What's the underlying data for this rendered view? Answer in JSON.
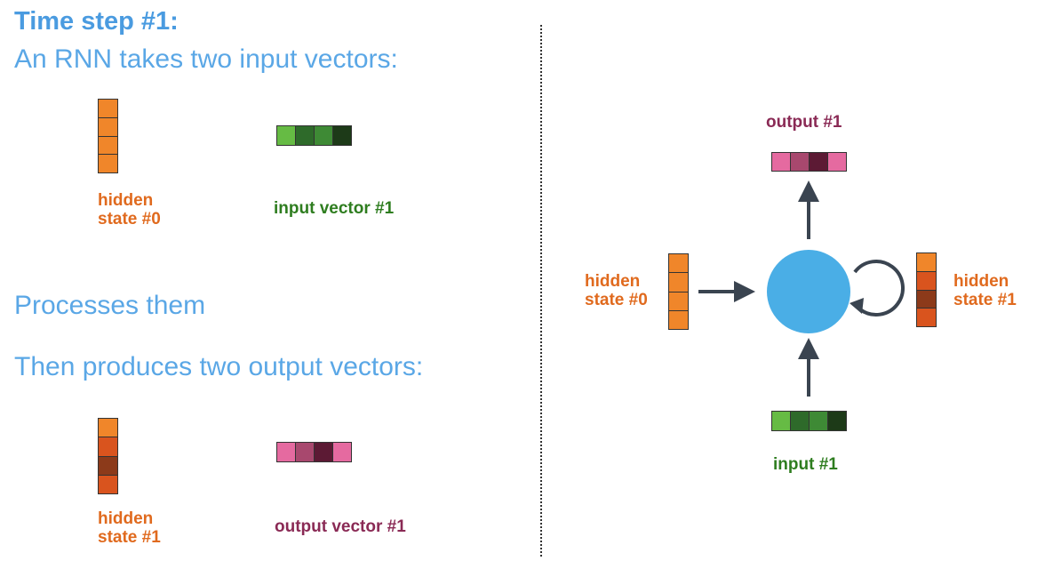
{
  "left": {
    "title": "Time step #1:",
    "line1": "An RNN takes two input vectors:",
    "line2": "Processes them",
    "line3": "Then produces two output vectors:",
    "hidden0": {
      "label_line1": "hidden",
      "label_line2": "state #0",
      "cells": [
        "#f0862a",
        "#f0862a",
        "#f0862a",
        "#f0862a"
      ]
    },
    "input1": {
      "label": "input vector #1",
      "cells": [
        "#66bb44",
        "#2e6a2a",
        "#3e8a35",
        "#1d3a18"
      ]
    },
    "hidden1": {
      "label_line1": "hidden",
      "label_line2": "state #1",
      "cells": [
        "#f0862a",
        "#d9541e",
        "#8c3a1a",
        "#d9541e"
      ]
    },
    "output1": {
      "label": "output vector #1",
      "cells": [
        "#e56aa0",
        "#a8486e",
        "#5c1a34",
        "#e56aa0"
      ]
    }
  },
  "right": {
    "output_label": "output #1",
    "input_label": "input #1",
    "hidden_in_line1": "hidden",
    "hidden_in_line2": "state #0",
    "hidden_out_line1": "hidden",
    "hidden_out_line2": "state #1",
    "rnn_color": "#4aaee6",
    "arrow_color": "#3a4450",
    "output_cells": [
      "#e56aa0",
      "#a8486e",
      "#5c1a34",
      "#e56aa0"
    ],
    "input_cells": [
      "#66bb44",
      "#2e6a2a",
      "#3e8a35",
      "#1d3a18"
    ],
    "hidden_in_cells": [
      "#f0862a",
      "#f0862a",
      "#f0862a",
      "#f0862a"
    ],
    "hidden_out_cells": [
      "#f0862a",
      "#d9541e",
      "#8c3a1a",
      "#d9541e"
    ]
  }
}
